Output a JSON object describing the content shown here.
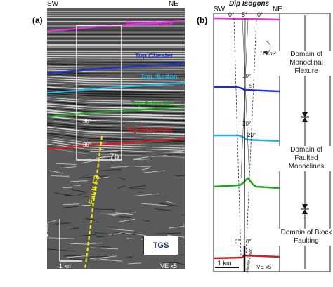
{
  "panel_a": {
    "letter": "(a)",
    "sw": "SW",
    "ne": "NE",
    "horizons": [
      {
        "label": "Penn. reflector",
        "color": "#e62fe0"
      },
      {
        "label": "Top Chester",
        "color": "#1f2fd6"
      },
      {
        "label": "Top Hunton",
        "color": "#1fb2e6"
      },
      {
        "label": "Top Arbuckle",
        "color": "#1ea41e"
      },
      {
        "label": "Top Basement",
        "color": "#d81c1c"
      }
    ],
    "angles": [
      "88°",
      "88°"
    ],
    "box_label": "7b",
    "fault_label": "Fault F3",
    "scale_vertical": "1 km",
    "scale_horizontal": "1 km",
    "ve": "VE x5",
    "logo_text": "TGS"
  },
  "panel_b": {
    "letter": "(b)",
    "title": "Dip Isogons",
    "sw": "SW",
    "ne": "NE",
    "top_angles": [
      "0°",
      "5°",
      "0°"
    ],
    "curvature": "1 ⁄ km²",
    "angle_labels": [
      "10°",
      "5°",
      "30°",
      "20°"
    ],
    "bottom_angles": [
      "0°",
      "0°"
    ],
    "fault_label": "Master Fault",
    "scale": "1 km",
    "ve": "VE x5",
    "domains": [
      "Domain of Monoclinal Flexure",
      "Domain of Faulted Monoclines",
      "Domain of Block Faulting"
    ]
  }
}
